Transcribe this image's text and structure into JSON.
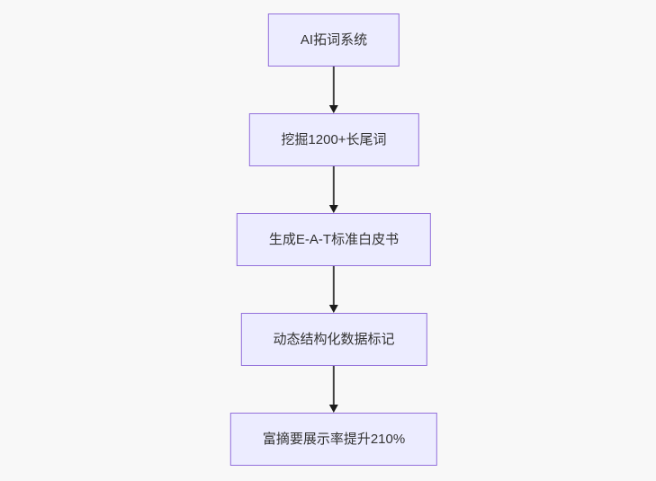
{
  "page": {
    "background_color": "#f8f8f8"
  },
  "diagram": {
    "type": "flowchart",
    "direction": "top-down",
    "node_fill_color": "#ECECFF",
    "node_border_color": "#9370DB",
    "text_color": "#333333",
    "arrow_line_color": "#404040",
    "arrowhead_color": "#1a1a1a",
    "nodes": [
      {
        "id": "n1",
        "label": "AI拓词系统"
      },
      {
        "id": "n2",
        "label": "挖掘1200+长尾词"
      },
      {
        "id": "n3",
        "label": "生成E-A-T标准白皮书"
      },
      {
        "id": "n4",
        "label": "动态结构化数据标记"
      },
      {
        "id": "n5",
        "label": "富摘要展示率提升210%"
      }
    ],
    "edges": [
      {
        "from": "n1",
        "to": "n2"
      },
      {
        "from": "n2",
        "to": "n3"
      },
      {
        "from": "n3",
        "to": "n4"
      },
      {
        "from": "n4",
        "to": "n5"
      }
    ]
  }
}
